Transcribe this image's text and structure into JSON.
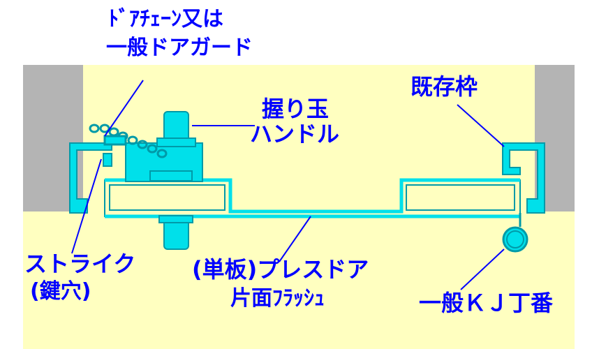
{
  "labels": {
    "door_chain_line1": "ﾄﾞｱﾁｪｰﾝ又は",
    "door_chain_line2": "一般ドアガード",
    "existing_frame": "既存枠",
    "knob_line1": "握り玉",
    "knob_line2": "ハンドル",
    "strike_line1": "ストライク",
    "strike_line2": "(鍵穴)",
    "door_line1": "(単板)プレスドア",
    "door_line2": "片面ﾌﾗｯｼｭ",
    "hinge": "一般ＫＪ丁番"
  },
  "colors": {
    "background": "#ffffff",
    "floor": "#ffffc0",
    "wall": "#b4b4b4",
    "part": "#00e0ea",
    "part_outline": "#009aa8",
    "text": "#0000ff",
    "leader": "#0000ff"
  }
}
